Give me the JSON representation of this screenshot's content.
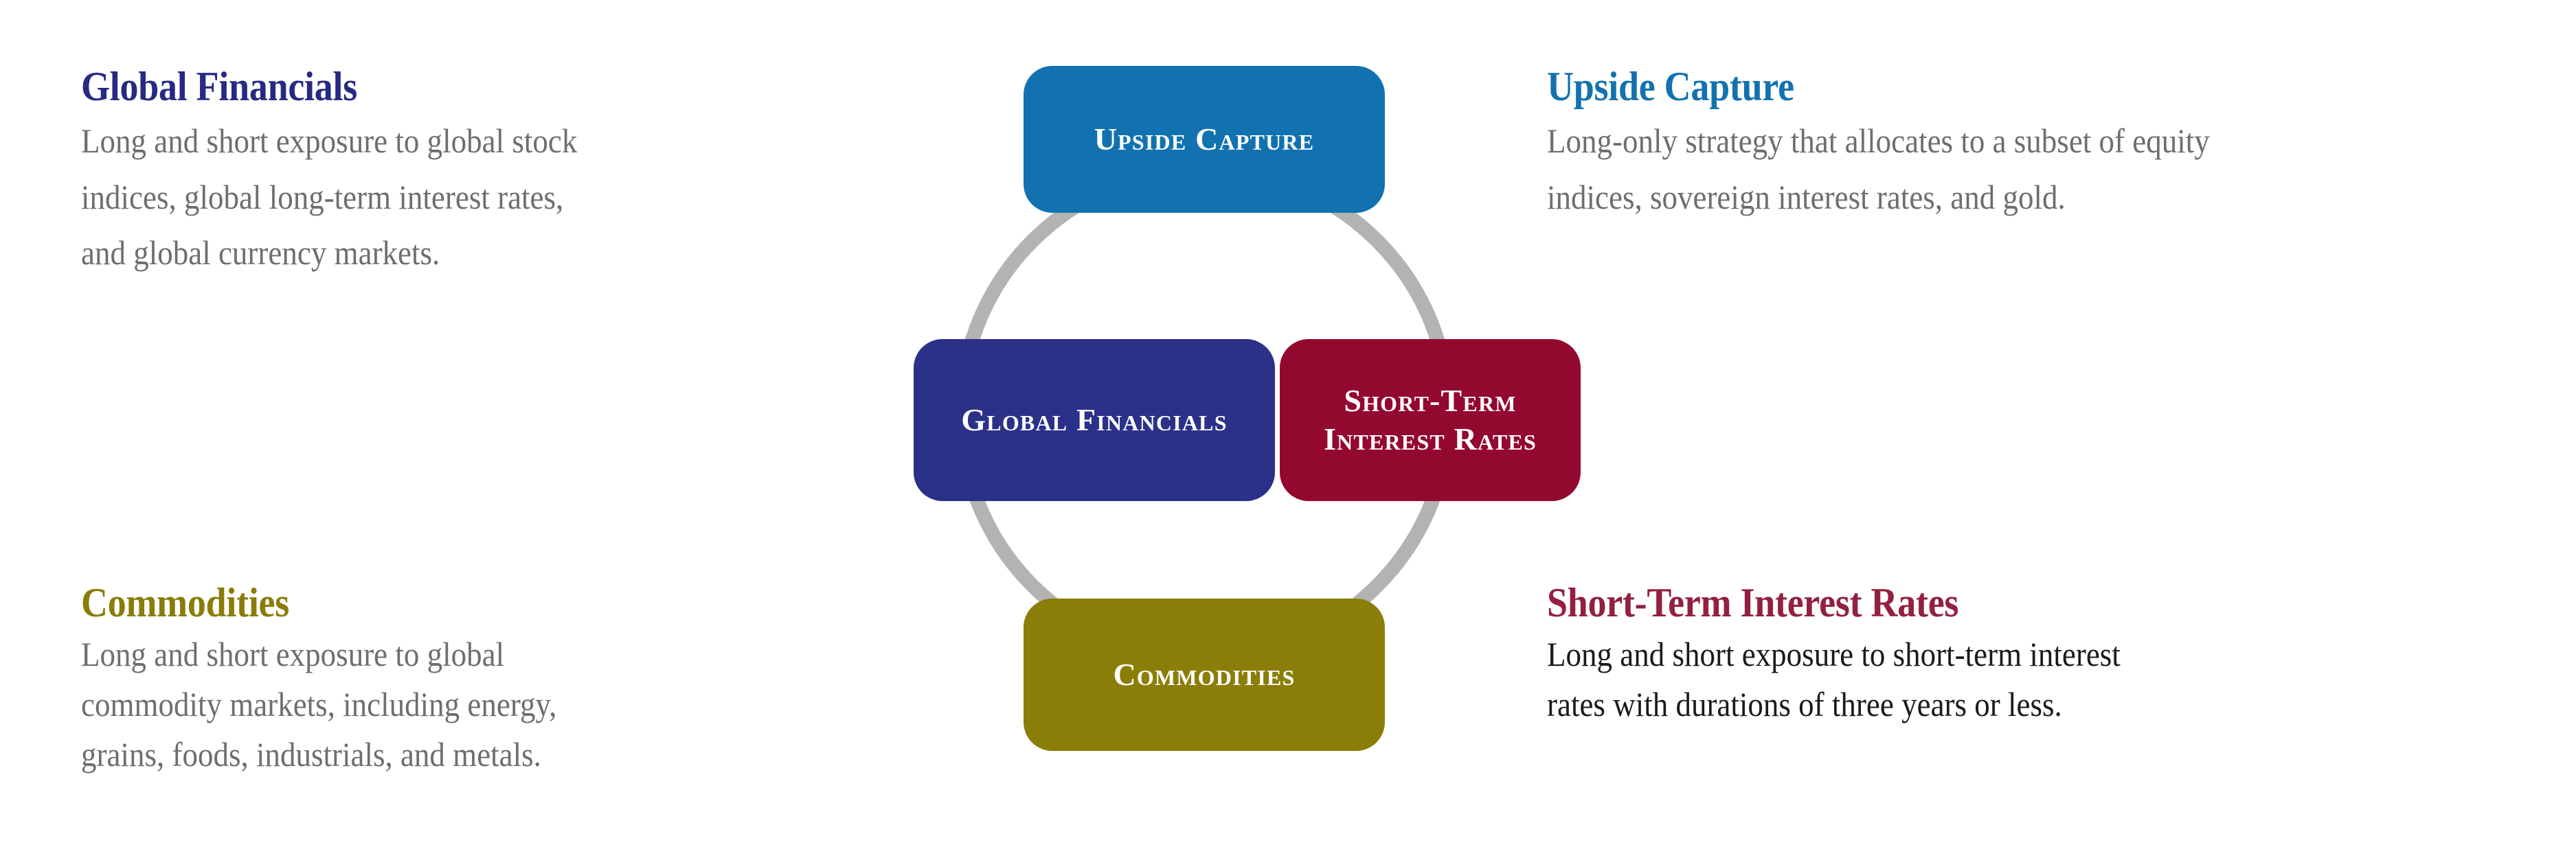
{
  "diagram": {
    "type": "cycle-diagram",
    "ring": {
      "color": "#b3b3b3",
      "stroke_width": 20,
      "shape": "circle"
    },
    "nodes": [
      {
        "id": "upside-capture",
        "label": "Upside Capture",
        "color": "#1272b0",
        "position": "top"
      },
      {
        "id": "global-financials",
        "label": "Global Financials",
        "color": "#2b3089",
        "position": "left"
      },
      {
        "id": "short-term-interest-rates",
        "label_line1": "Short-Term",
        "label_line2": "Interest Rates",
        "color": "#93082f",
        "position": "right"
      },
      {
        "id": "commodities",
        "label": "Commodities",
        "color": "#8a7d08",
        "position": "bottom"
      }
    ]
  },
  "blocks": {
    "global_financials": {
      "heading": "Global Financials",
      "heading_color": "#262a82",
      "body_line1": "Long and short exposure to global stock",
      "body_line2": "indices, global long-term interest rates,",
      "body_line3": "and global currency markets.",
      "body_color": "#6d6e71"
    },
    "upside_capture": {
      "heading": "Upside Capture",
      "heading_color": "#1272b0",
      "body_line1": "Long-only strategy that allocates to a subset of equity",
      "body_line2": "indices, sovereign interest rates, and gold.",
      "body_color": "#6d6e71"
    },
    "commodities": {
      "heading": "Commodities",
      "heading_color": "#8a7c08",
      "body_line1": "Long and short exposure to global",
      "body_line2": "commodity markets, including energy,",
      "body_line3": "grains, foods, industrials, and metals.",
      "body_color": "#6d6e71"
    },
    "short_term_interest_rates": {
      "heading": "Short-Term Interest Rates",
      "heading_color": "#93203f",
      "body_line1": "Long and short exposure to short-term interest",
      "body_line2": "rates with durations of three years or less.",
      "body_color": "#1a1a1a"
    }
  }
}
